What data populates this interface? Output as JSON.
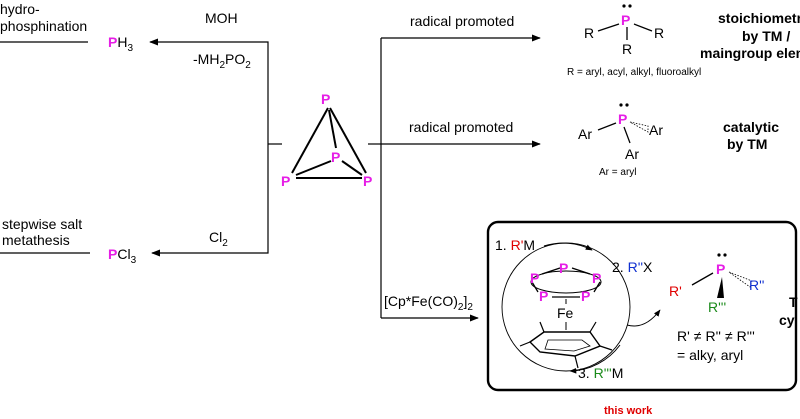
{
  "left_top": {
    "hydro_1": "hydro-",
    "hydro_2": "phosphination",
    "ph3_p": "P",
    "ph3_rest": "H",
    "ph3_sub": "3",
    "reagent_top": "MOH",
    "reagent_bottom_pre": "-MH",
    "reagent_bottom_sub1": "2",
    "reagent_bottom_mid": "PO",
    "reagent_bottom_sub2": "2"
  },
  "left_bottom": {
    "salt_1": "stepwise salt",
    "salt_2": "metathesis",
    "pcl3_p": "P",
    "pcl3_rest": "Cl",
    "pcl3_sub": "3",
    "cl2": "Cl",
    "cl2_sub": "2"
  },
  "p4": {
    "atom": "P"
  },
  "right_top": {
    "arrow_label": "radical promoted",
    "r_groups": "R = aryl, acyl, alkyl, fluoroalkyl",
    "r": "R",
    "p": "P",
    "title_1": "stoichiometric",
    "title_2": "by TM /",
    "title_3": "maingroup eleme"
  },
  "right_mid": {
    "arrow_label": "radical promoted",
    "ar": "Ar",
    "p": "P",
    "ar_def": "Ar = aryl",
    "title_1": "catalytic",
    "title_2": "by TM"
  },
  "box": {
    "reagent_pre": "[Cp*Fe(CO)",
    "reagent_sub": "2",
    "reagent_post": "]",
    "reagent_sub2": "2",
    "step1_num": "1. ",
    "step1_r": "R'",
    "step1_m": "M",
    "step2_num": "2. ",
    "step2_r": "R''",
    "step2_x": "X",
    "step3_num": "3. ",
    "step3_r": "R'''",
    "step3_m": "M",
    "fe": "Fe",
    "p": "P",
    "prod_r1": "R'",
    "prod_r2": "R''",
    "prod_r3": "R'''",
    "neq_1": "R'",
    "neq_2": "R''",
    "neq_3": "R'''",
    "neq_sign": "≠",
    "alky": "= alky, aryl",
    "edge_1": "T",
    "edge_2": "cy",
    "this_work": "this work"
  },
  "colors": {
    "phosphorus": "#e61ee6",
    "r1": "#e00000",
    "r2": "#1030d0",
    "r3": "#1a8a1a",
    "this_work": "#e00000"
  }
}
